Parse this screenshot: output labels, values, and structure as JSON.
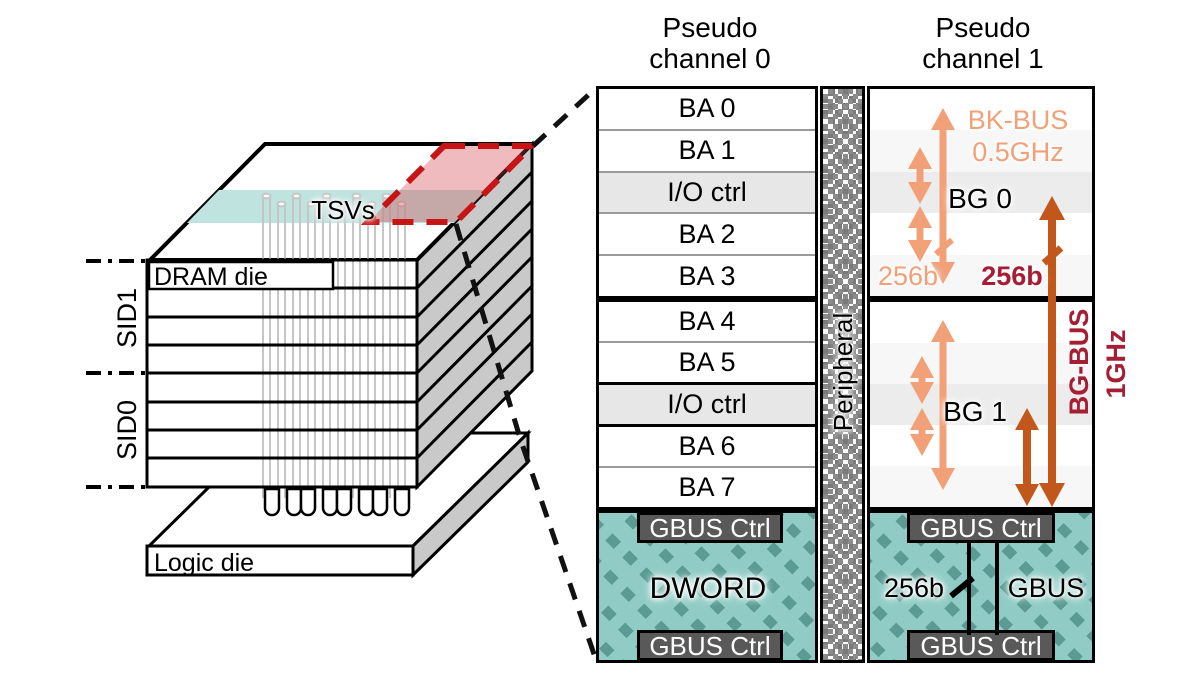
{
  "figure": {
    "stack": {
      "tsvs_label": "TSVs",
      "dram_die_label": "DRAM die",
      "logic_die_label": "Logic die",
      "sid1_label": "SID1",
      "sid0_label": "SID0"
    },
    "detail": {
      "pc0_header_line1": "Pseudo",
      "pc0_header_line2": "channel 0",
      "pc1_header_line1": "Pseudo",
      "pc1_header_line2": "channel 1",
      "pc0_rows": [
        "BA 0",
        "BA 1",
        "I/O ctrl",
        "BA 2",
        "BA 3",
        "BA 4",
        "BA 5",
        "I/O ctrl",
        "BA 6",
        "BA 7"
      ],
      "peripheral_label": "Peripheral",
      "bg0_label": "BG 0",
      "bg1_label": "BG 1",
      "bk_bus_label": "BK-BUS",
      "bk_bus_freq": "0.5GHz",
      "bk_bus_width": "256b",
      "bg_bus_width": "256b",
      "bg_bus_label": "BG-BUS",
      "bg_bus_freq": "1GHz",
      "gbus0": {
        "ctrl_top": "GBUS Ctrl",
        "ctrl_bottom": "GBUS Ctrl",
        "center_label": "DWORD"
      },
      "gbus1": {
        "ctrl_top": "GBUS Ctrl",
        "ctrl_bottom": "GBUS Ctrl",
        "width_label": "256b",
        "bus_label": "GBUS"
      }
    }
  },
  "colors": {
    "light-orange": "#F2A077",
    "dark-orange": "#C2571B",
    "crimson": "#A51E33",
    "teal": "#90CCC5",
    "teal-band": "#BFE3DF",
    "gray-ctrl": "#595959",
    "io-bg": "#E7E7E7",
    "band-light": "#F7F7F7",
    "band-mid": "#ECECEC",
    "red-dash": "#C81414",
    "side-gray": "#C9C9C9"
  }
}
